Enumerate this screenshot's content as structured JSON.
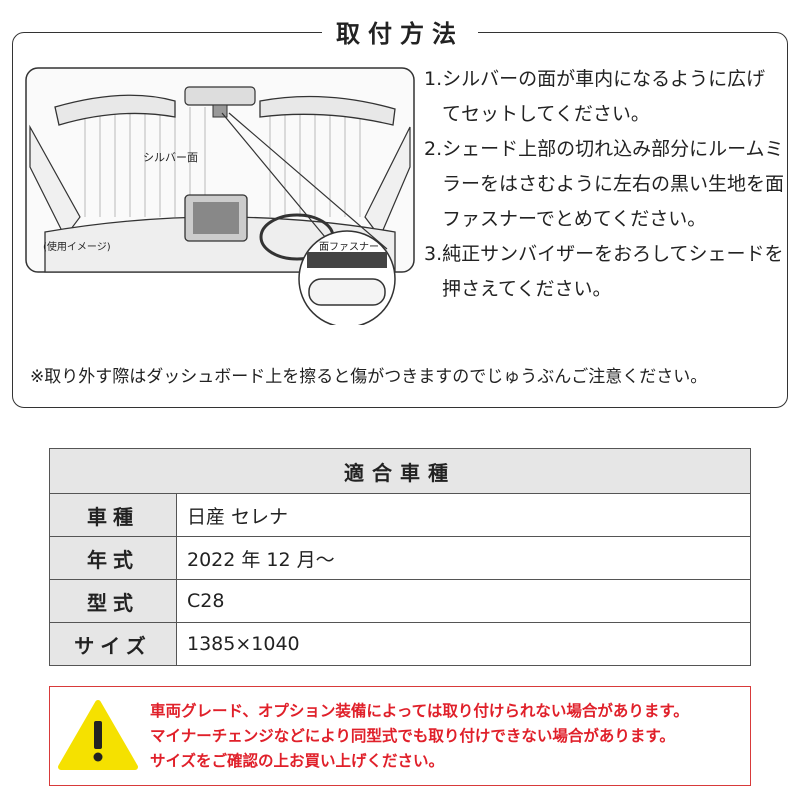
{
  "install": {
    "title": "取付方法",
    "illustration": {
      "silver_label": "シルバー面",
      "usage_label": "(使用イメージ)",
      "fastener_label": "面ファスナー"
    },
    "steps": [
      "1.シルバーの面が車内になるように広げてセットしてください。",
      "2.シェード上部の切れ込み部分にルームミラーをはさむように左右の黒い生地を面ファスナーでとめてください。",
      "3.純正サンバイザーをおろしてシェードを押さえてください。"
    ],
    "note": "※取り外す際はダッシュボード上を擦ると傷がつきますのでじゅうぶんご注意ください。"
  },
  "spec_table": {
    "title": "適合車種",
    "rows": [
      {
        "label": "車種",
        "value": "日産 セレナ"
      },
      {
        "label": "年式",
        "value": "2022 年 12 月〜"
      },
      {
        "label": "型式",
        "value": "C28"
      },
      {
        "label": "サイズ",
        "value": "1385×1040"
      }
    ]
  },
  "warning": {
    "icon": "warning-triangle-icon",
    "icon_color": "#f5e100",
    "text_color": "#e0202a",
    "lines": [
      "車両グレード、オプション装備によっては取り付けられない場合があります。",
      "マイナーチェンジなどにより同型式でも取り付けできない場合があります。",
      "サイズをご確認の上お買い上げください。"
    ]
  }
}
